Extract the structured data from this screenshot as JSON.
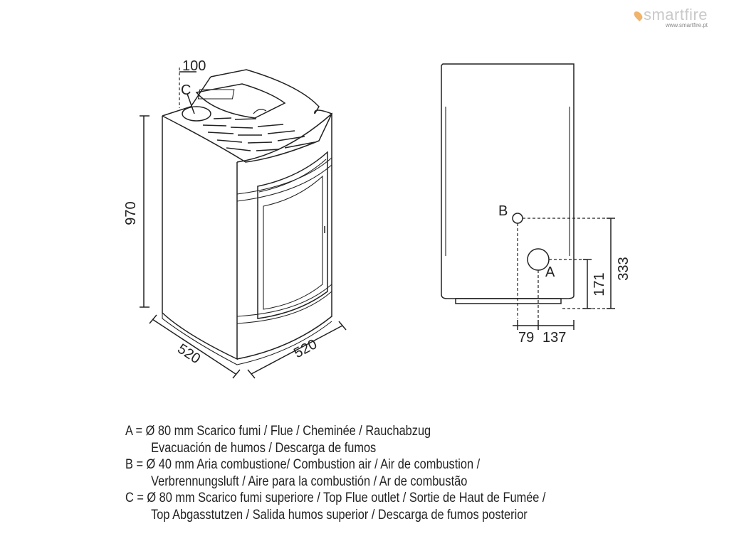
{
  "logo": {
    "text": "smartfire",
    "url": "www.smartfire.pt"
  },
  "front_view": {
    "height_label": "970",
    "depth_label": "520",
    "width_label": "520",
    "top_offset_label": "100",
    "point_c_label": "C"
  },
  "rear_view": {
    "point_b_label": "B",
    "point_a_label": "A",
    "dim_333": "333",
    "dim_171": "171",
    "dim_79": "79",
    "dim_137": "137"
  },
  "legend": [
    {
      "line1": "A = Ø 80 mm  Scarico fumi / Flue / Cheminée / Rauchabzug",
      "line2": "Evacuación de humos / Descarga de fumos"
    },
    {
      "line1": "B = Ø 40 mm  Aria combustione/ Combustion air / Air de combustion /",
      "line2": "Verbrennungsluft / Aire para la combustión / Ar de combustão"
    },
    {
      "line1": "C = Ø 80 mm  Scarico fumi superiore / Top Flue outlet / Sortie de Haut de Fumée /",
      "line2": "Top Abgasstutzen / Salida humos superior / Descarga de fumos posterior"
    }
  ]
}
